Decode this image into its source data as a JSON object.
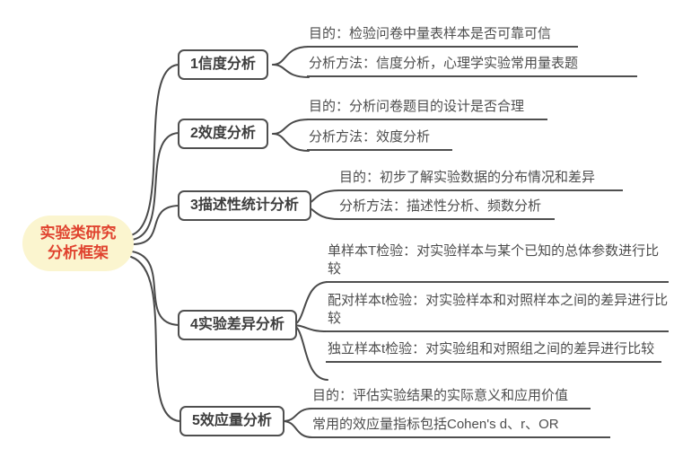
{
  "root": {
    "label_line1": "实验类研究",
    "label_line2": "分析框架"
  },
  "branches": [
    {
      "label": "1信度分析",
      "items": [
        {
          "text": "目的：检验问卷中量表样本是否可靠可信"
        },
        {
          "text": "分析方法：信度分析，心理学实验常用量表题"
        }
      ]
    },
    {
      "label": "2效度分析",
      "items": [
        {
          "text": "目的：分析问卷题目的设计是否合理"
        },
        {
          "text": "分析方法：效度分析"
        }
      ]
    },
    {
      "label": "3描述性统计分析",
      "items": [
        {
          "text": "目的：初步了解实验数据的分布情况和差异"
        },
        {
          "text": "分析方法：描述性分析、频数分析"
        }
      ]
    },
    {
      "label": "4实验差异分析",
      "items": [
        {
          "text": "单样本T检验：对实验样本与某个已知的总体参数进行比较"
        },
        {
          "text": "配对样本t检验：对实验样本和对照样本之间的差异进行比较"
        },
        {
          "text": "独立样本t检验：对实验组和对照组之间的差异进行比较"
        }
      ]
    },
    {
      "label": "5效应量分析",
      "items": [
        {
          "text": "目的：评估实验结果的实际意义和应用价值"
        },
        {
          "text": "常用的效应量指标包括Cohen's d、r、OR"
        }
      ]
    }
  ],
  "colors": {
    "root_bg": "#FBF5CF",
    "root_text": "#E0432F",
    "line": "#4A4A4A",
    "node_border": "#4F4F4F",
    "node_text": "#3D3D3D",
    "leaf_text": "#4D4D4D"
  }
}
